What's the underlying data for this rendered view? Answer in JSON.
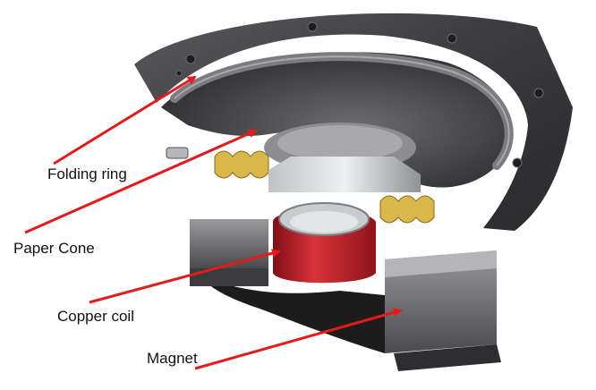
{
  "labels": {
    "folding_ring": "Folding ring",
    "paper_cone": "Paper Cone",
    "copper_coil": "Copper coil",
    "magnet": "Magnet"
  },
  "colors": {
    "arrow": "#e31b1b",
    "frame": "#3a3a3d",
    "cone": "#4a4a4d",
    "coil": "#c8202a",
    "foam": "#1c1c1c",
    "magnet": "#6f6f73",
    "spider": "#d8b84a"
  }
}
